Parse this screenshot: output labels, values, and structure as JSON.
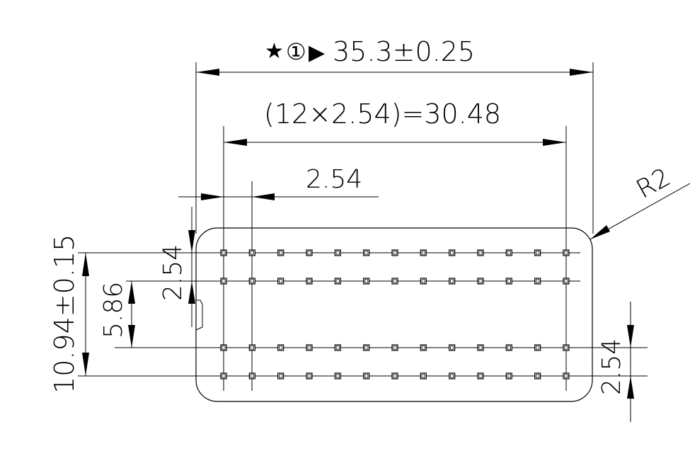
{
  "dimensions": {
    "overall_width": "35.3±0.25",
    "pitch_total": "(12×2.54)=30.48",
    "pitch_x": "2.54",
    "pitch_y_left": "2.54",
    "row_span": "5.86",
    "overall_height": "10.94±0.15",
    "pitch_y_right": "2.54",
    "corner_radius": "R2"
  },
  "markers": {
    "star": "★",
    "circled_number": "①",
    "pointer": "▶"
  },
  "pin_grid": {
    "columns": 13,
    "rows": 4
  }
}
